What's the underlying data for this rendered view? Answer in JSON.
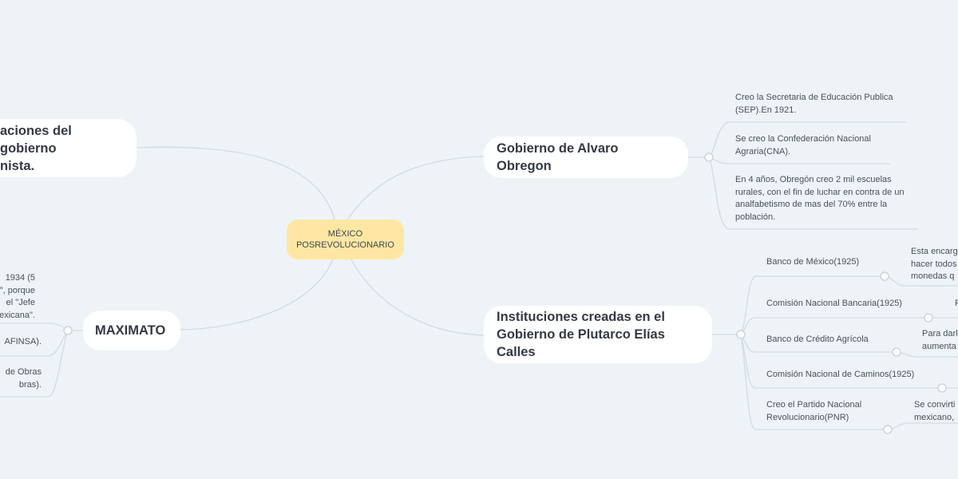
{
  "central": {
    "label_line1": "MÉXICO",
    "label_line2": "POSREVOLUCIONARIO"
  },
  "left": {
    "top_branch": {
      "line1": "aciones del gobierno",
      "line2": "nista."
    },
    "maximato": {
      "title": "MAXIMATO",
      "leaf1": [
        "1934 (5",
        "o\", porque",
        "el \"Jefe",
        "exicana\"."
      ],
      "leaf2": [
        "AFINSA)."
      ],
      "leaf3": [
        "de Obras",
        "bras)."
      ]
    }
  },
  "obregon": {
    "title": "Gobierno de Alvaro Obregon",
    "items": [
      [
        "Creo la Secretaria de Educación Publica",
        "(SEP).En 1921."
      ],
      [
        "Se creo la Confederación Nacional",
        "Agraria(CNA)."
      ],
      [
        "En 4 años, Obregón creo 2 mil escuelas",
        "rurales, con el fin de luchar en contra de un",
        "analfabetismo de mas del 70% entre la",
        "población."
      ]
    ]
  },
  "calles": {
    "title_line1": "Instituciones creadas en el",
    "title_line2": "Gobierno de Plutarco Elías Calles",
    "items": [
      {
        "label": [
          "Banco de México(1925)"
        ],
        "detail": [
          "Esta encarg",
          "hacer todos",
          "monedas q"
        ]
      },
      {
        "label": [
          "Comisión Nacional Bancaria(1925)"
        ],
        "detail": [
          "P"
        ]
      },
      {
        "label": [
          "Banco de Crédito Agrícola"
        ],
        "detail": [
          "Para darl",
          "aumenta"
        ]
      },
      {
        "label": [
          "Comisión Nacional de Caminos(1925)"
        ],
        "detail": []
      },
      {
        "label": [
          "Creo el Partido Nacional",
          "Revolucionario(PNR)"
        ],
        "detail": [
          "Se convirti",
          "mexicano,"
        ]
      }
    ]
  },
  "colors": {
    "background": "#eef3f7",
    "central_fill": "#ffe7a3",
    "node_fill": "#ffffff",
    "connector": "#d3dbe3"
  }
}
